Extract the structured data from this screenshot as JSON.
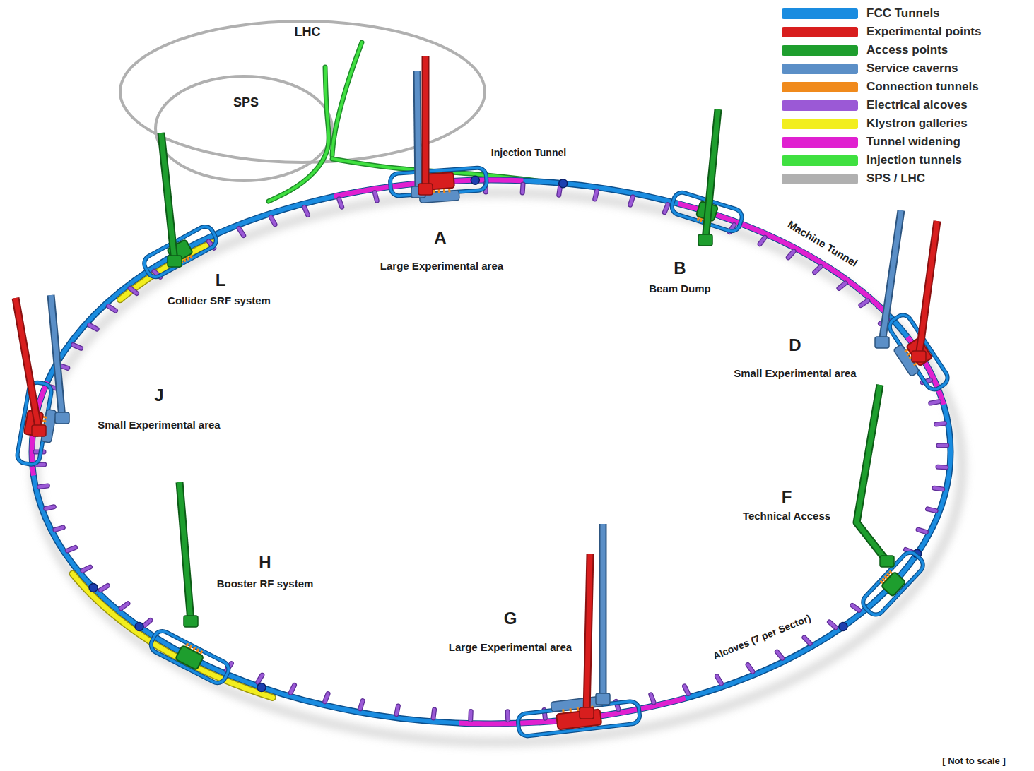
{
  "diagram": {
    "labels": [
      "LHC",
      "SPS",
      "Injection Tunnel",
      "A",
      "Large Experimental area",
      "B",
      "Beam Dump",
      "Machine Tunnel",
      "L",
      "Collider SRF system",
      "D",
      "Small Experimental area",
      "J",
      "Small Experimental area",
      "F",
      "Technical Access",
      "H",
      "Booster RF system",
      "G",
      "Large Experimental area",
      "Alcoves (7 per Sector)",
      "[ Not to scale ]"
    ],
    "legend": [
      {
        "text": "FCC Tunnels",
        "color": "#1a8ce0"
      },
      {
        "text": "Experimental points",
        "color": "#d81e1e"
      },
      {
        "text": "Access points",
        "color": "#1e9e2e"
      },
      {
        "text": "Service caverns",
        "color": "#5b8fc7"
      },
      {
        "text": "Connection tunnels",
        "color": "#f08a1c"
      },
      {
        "text": "Electrical alcoves",
        "color": "#9b59d6"
      },
      {
        "text": "Klystron galleries",
        "color": "#f2ee1e"
      },
      {
        "text": "Tunnel widening",
        "color": "#e020d0"
      },
      {
        "text": "Injection tunnels",
        "color": "#3fe040"
      },
      {
        "text": "SPS / LHC",
        "color": "#b0b0b0"
      }
    ]
  }
}
